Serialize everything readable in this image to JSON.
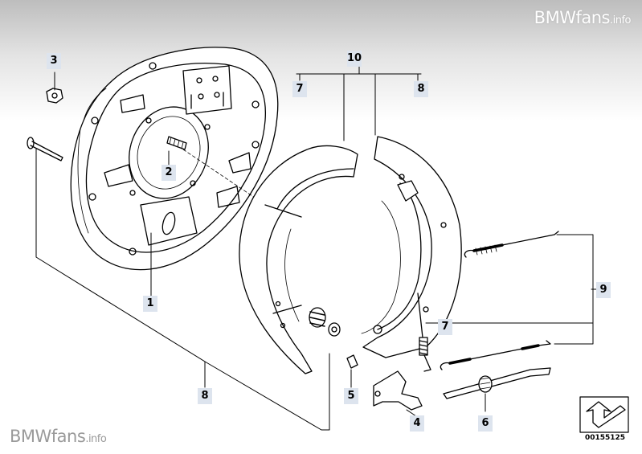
{
  "watermark": {
    "top_main": "BMWfans",
    "top_domain": ".info",
    "bottom_main": "BMWfans",
    "bottom_domain": ".info"
  },
  "callouts": {
    "c1": "1",
    "c2": "2",
    "c3": "3",
    "c4": "4",
    "c5": "5",
    "c6": "6",
    "c7a": "7",
    "c7b": "7",
    "c8a": "8",
    "c8b": "8",
    "c9": "9",
    "c10": "10"
  },
  "diagram_ref": "00155125",
  "colors": {
    "line": "#000000",
    "callout_bg": "#dde4ee",
    "paper": "#ffffff"
  }
}
